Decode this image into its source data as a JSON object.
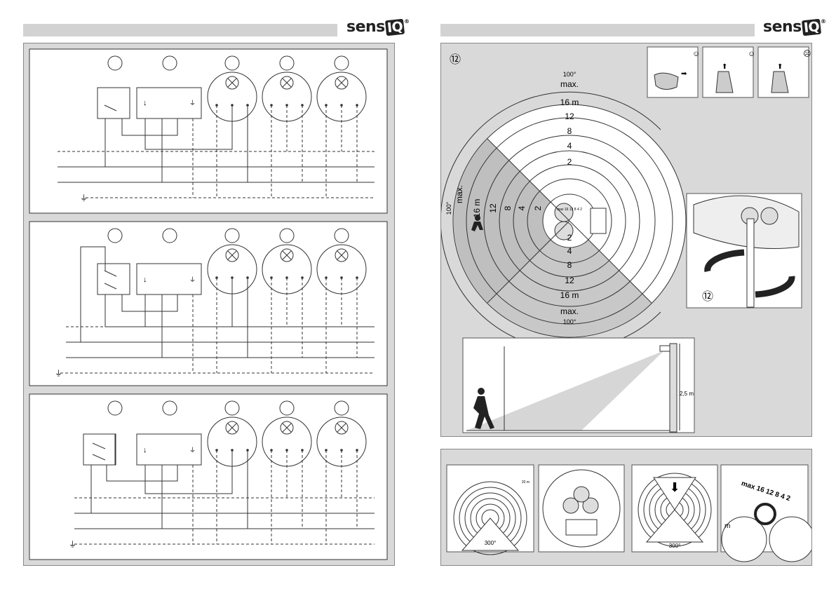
{
  "left": {
    "logo": {
      "brand": "sens",
      "badge": "IQ",
      "mark": "®"
    },
    "ground_symbol": "⏚"
  },
  "right": {
    "logo": {
      "brand": "sens",
      "badge": "IQ",
      "mark": "®"
    },
    "step_number": "⑫",
    "detection_diagram": {
      "angle_top": "100°",
      "angle_left": "100°",
      "angle_bottom": "100°",
      "ranges_top": [
        "max.",
        "16 m",
        "12",
        "8",
        "4",
        "2"
      ],
      "ranges_left": [
        "max.",
        "16 m",
        "12",
        "8",
        "4",
        "2"
      ],
      "ranges_bottom": [
        "2",
        "4",
        "8",
        "12",
        "16 m",
        "max."
      ],
      "dial_scale": "max 16 12 8 4 2"
    },
    "tool_callout_number": "⑫",
    "side_view": {
      "mount_height": "2,5 m"
    },
    "bottom_panels": {
      "coverage_label_1": "300°",
      "coverage_label_2": "300°",
      "dimension_small": "20 m",
      "dial_large_text": "max 16 12 8 4 2",
      "dial_unit": "m"
    }
  }
}
